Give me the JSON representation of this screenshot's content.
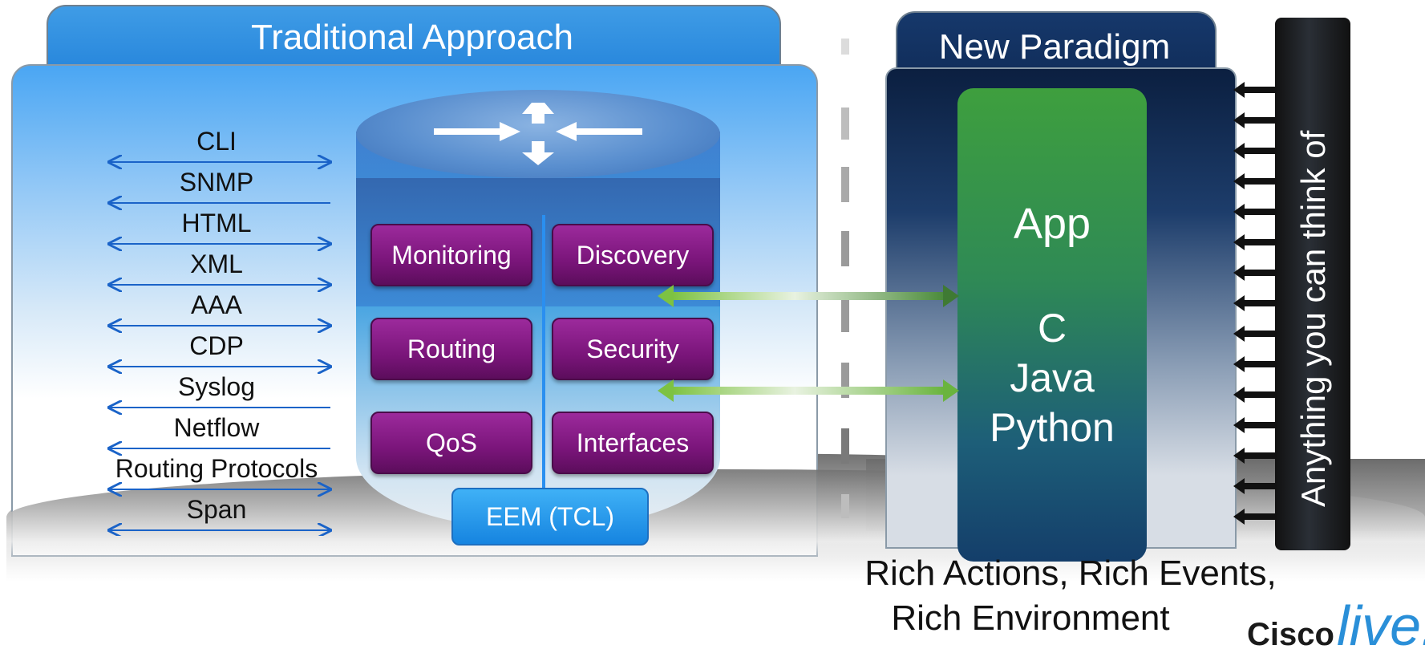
{
  "traditional": {
    "title": "Traditional Approach",
    "protocols": [
      "CLI",
      "SNMP",
      "HTML",
      "XML",
      "AAA",
      "CDP",
      "Syslog",
      "Netflow",
      "Routing Protocols",
      "Span"
    ],
    "modules": [
      "Monitoring",
      "Discovery",
      "Routing",
      "Security",
      "QoS",
      "Interfaces"
    ],
    "eem": "EEM (TCL)"
  },
  "new_paradigm": {
    "title": "New Paradigm",
    "app_title": "App",
    "languages": [
      "C",
      "Java",
      "Python"
    ],
    "side_label": "Anything you can think of"
  },
  "footer": {
    "line1": "Rich Actions, Rich Events,",
    "line2": "Rich Environment"
  },
  "logo": {
    "brand": "Cisco",
    "event": "live!"
  },
  "colors": {
    "traditional_blue": "#1e7ed8",
    "module_purple": "#7a157a",
    "eem_blue": "#1684e0",
    "app_green": "#3e9f3e",
    "navy": "#0f2a55",
    "arrow_blue": "#1a63c8",
    "link_green": "#7dc242"
  }
}
